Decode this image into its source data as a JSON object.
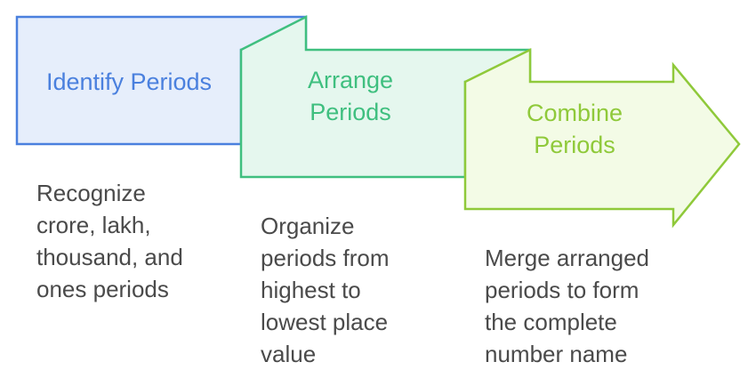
{
  "steps": [
    {
      "title": "Identify Periods",
      "description": "Recognize\ncrore, lakh,\nthousand, and\nones periods",
      "fill": "#e6eefb",
      "stroke": "#4a80de",
      "text_color": "#4a80de"
    },
    {
      "title": "Arrange\nPeriods",
      "description": "Organize\nperiods from\nhighest to\nlowest place\nvalue",
      "fill": "#e5f7ee",
      "stroke": "#3fbf7f",
      "text_color": "#3fbf7f"
    },
    {
      "title": "Combine\nPeriods",
      "description": "Merge arranged\nperiods to form\nthe complete\nnumber name",
      "fill": "#f3fbe6",
      "stroke": "#8fc93a",
      "text_color": "#8fc93a"
    }
  ]
}
